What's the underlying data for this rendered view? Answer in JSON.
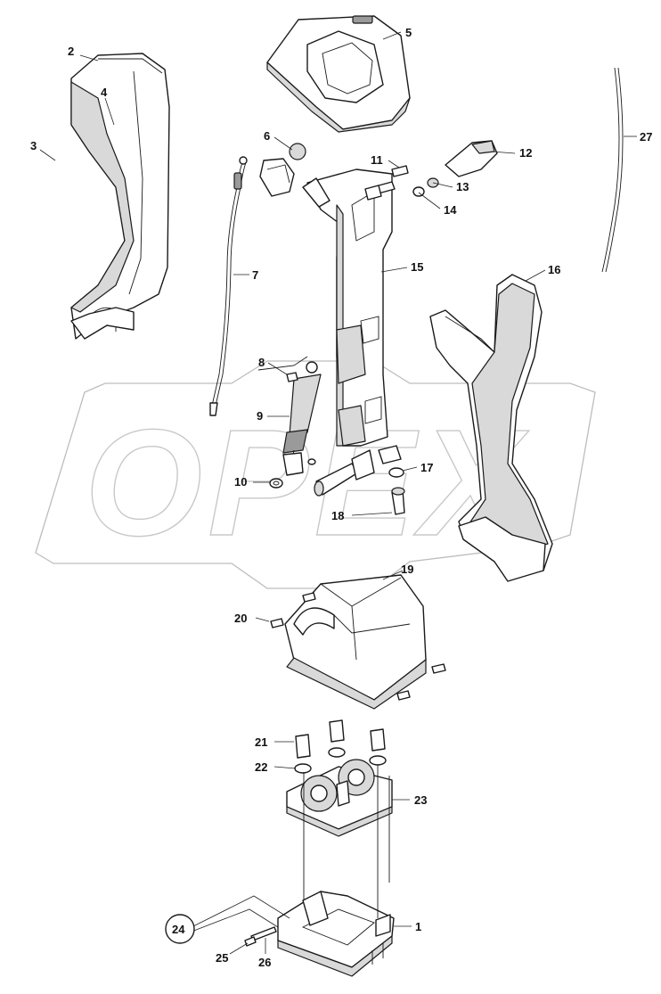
{
  "diagram": {
    "watermark_text": "OPEX",
    "labels": [
      "1",
      "2",
      "3",
      "4",
      "5",
      "6",
      "7",
      "8",
      "9",
      "10",
      "11",
      "12",
      "13",
      "14",
      "15",
      "16",
      "17",
      "18",
      "19",
      "20",
      "21",
      "22",
      "23",
      "24",
      "25",
      "26",
      "27"
    ],
    "callout_circled": "24"
  },
  "colors": {
    "line": "#1a1a1a",
    "shade": "#d9d9d9",
    "watermark": "#bdbdbd"
  }
}
